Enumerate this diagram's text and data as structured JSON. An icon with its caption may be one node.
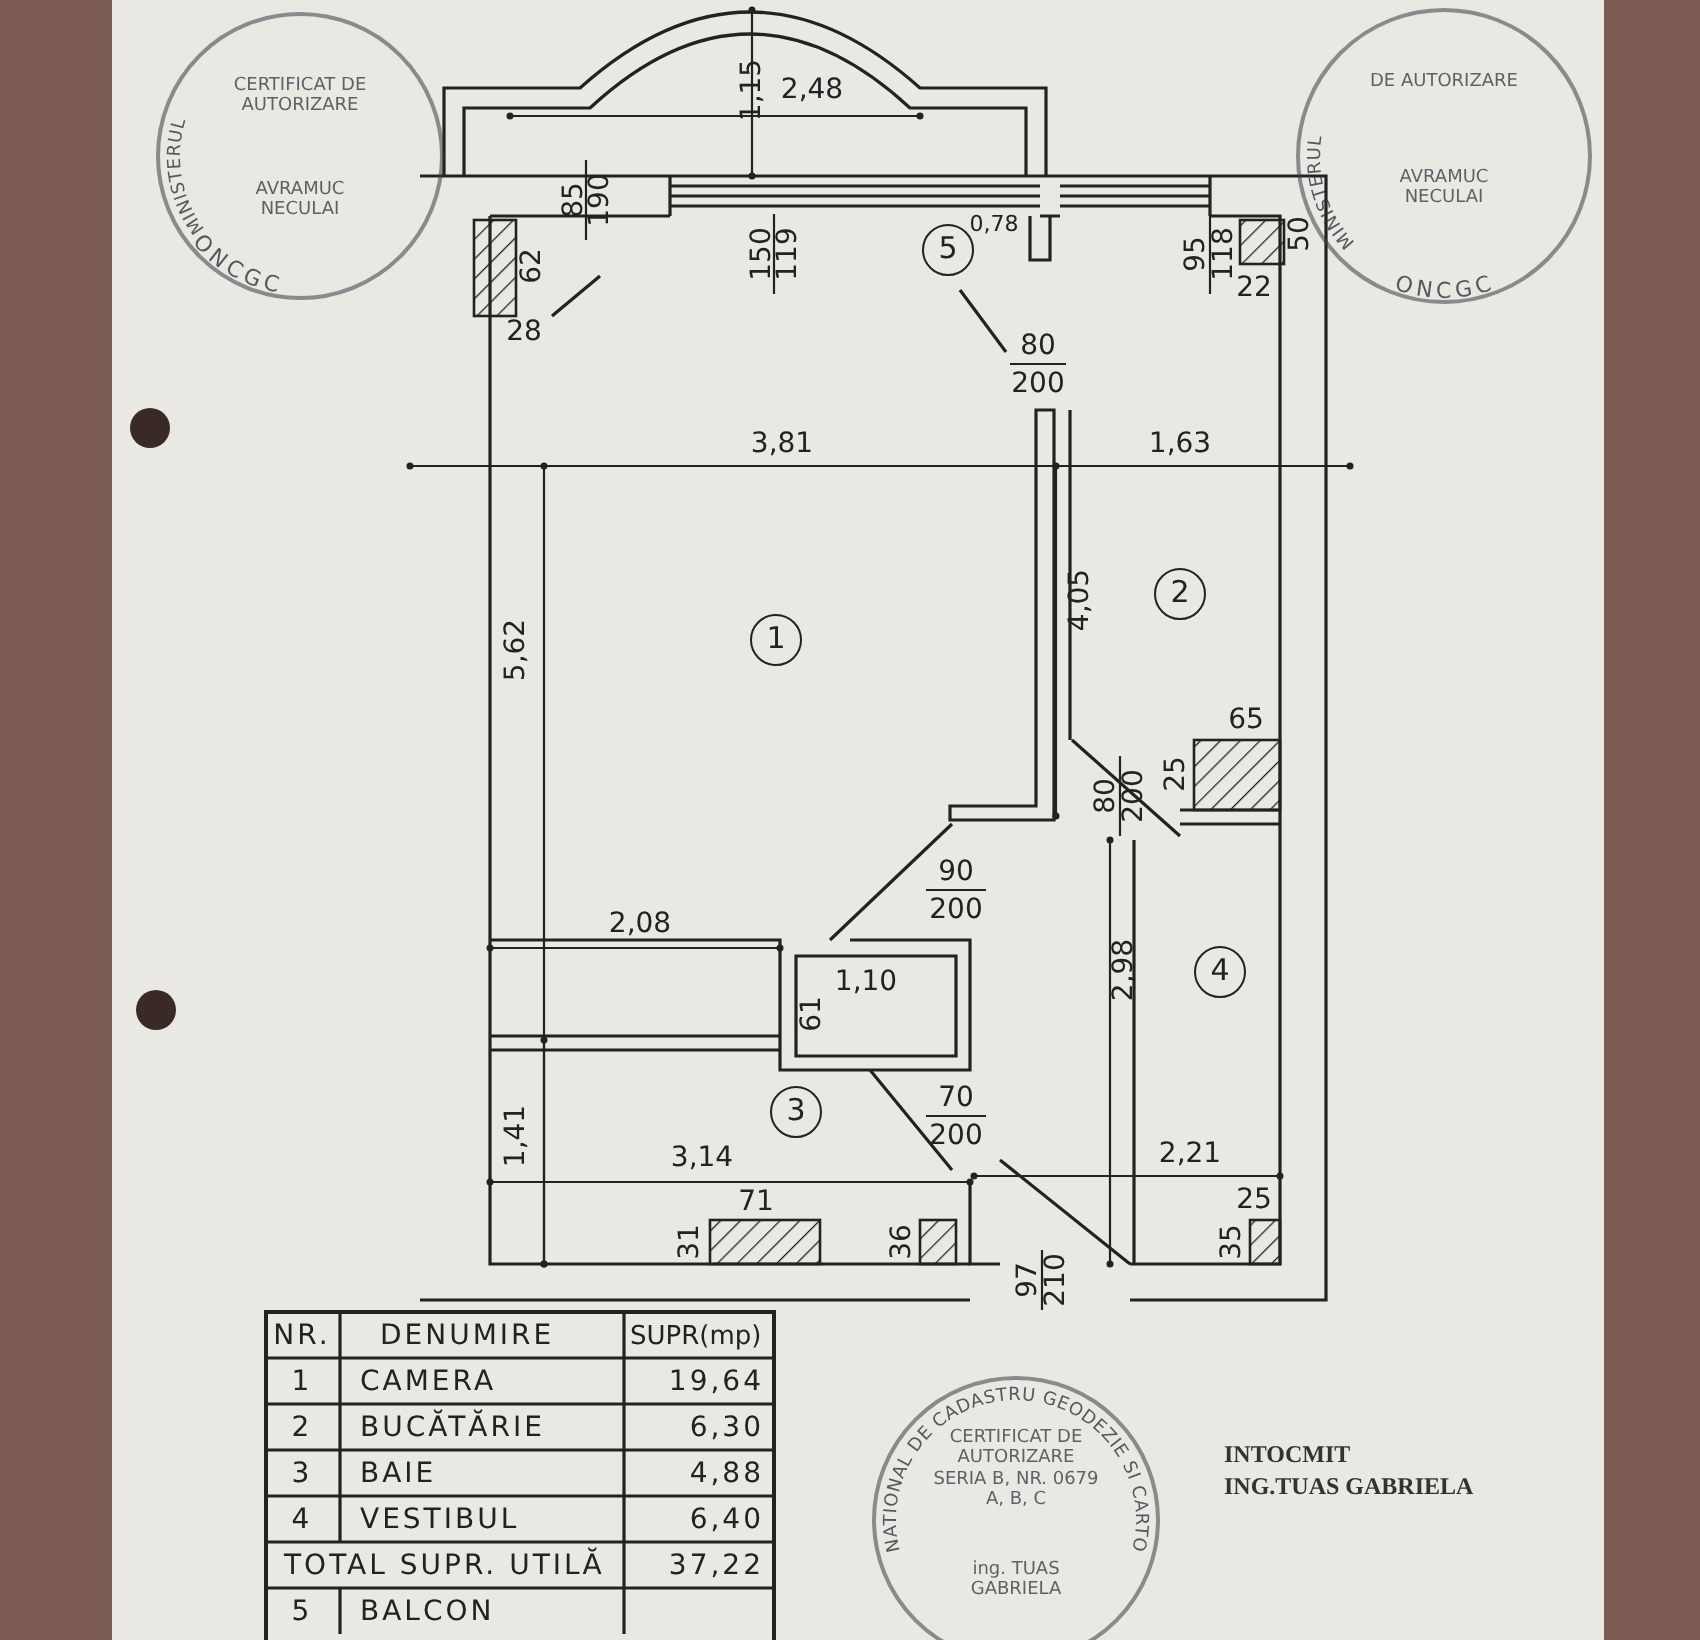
{
  "diagram": {
    "nodes": [
      {
        "text": [
          "MINISTERUL",
          "CERTIFICAT DE AUTORIZARE",
          "AVRAMUC NECULAI",
          "ONCGC"
        ]
      },
      {
        "text": [
          "MINISTERUL",
          "DE AUTORIZARE",
          "AVRAMUC NECULAI",
          "ONCGC"
        ]
      },
      {
        "text": [
          "5"
        ]
      },
      {
        "text": [
          "2"
        ]
      },
      {
        "text": [
          "1"
        ]
      },
      {
        "text": [
          "4"
        ]
      },
      {
        "text": [
          "3"
        ]
      },
      {
        "text": [
          "NATIONAL DE CADASTRU GEODEZIE SI CARTO",
          "CERTIFICAT DE AUTORIZARE SERIA B, NR. 0679 A, B, C",
          "ing. TUAS GABRIELA"
        ]
      }
    ],
    "edges": [],
    "labels": [
      "1,15",
      "2,48",
      "0,78",
      "85",
      "190",
      "150",
      "119",
      "95",
      "118",
      "50",
      "62",
      "28",
      "22",
      "80",
      "200",
      "3,81",
      "1,63",
      "5,62",
      "4,05",
      "65",
      "25",
      "80",
      "200",
      "90",
      "200",
      "2,08",
      "2,98",
      "1,10",
      "61",
      "70",
      "200",
      "1,41",
      "3,14",
      "2,21",
      "71",
      "25",
      "31",
      "36",
      "35",
      "97",
      "210",
      "NR.",
      "DENUMIRE",
      "SUPR(mp)",
      "1",
      "CAMERA",
      "19,64",
      "2",
      "BUCĂTĂRIE",
      "6,30",
      "3",
      "BAIE",
      "4,88",
      "4",
      "VESTIBUL",
      "6,40",
      "TOTAL SUPR. UTILĂ",
      "37,22",
      "5",
      "BALCON",
      "INTOCMIT",
      "ING.TUAS GABRIELA"
    ]
  }
}
